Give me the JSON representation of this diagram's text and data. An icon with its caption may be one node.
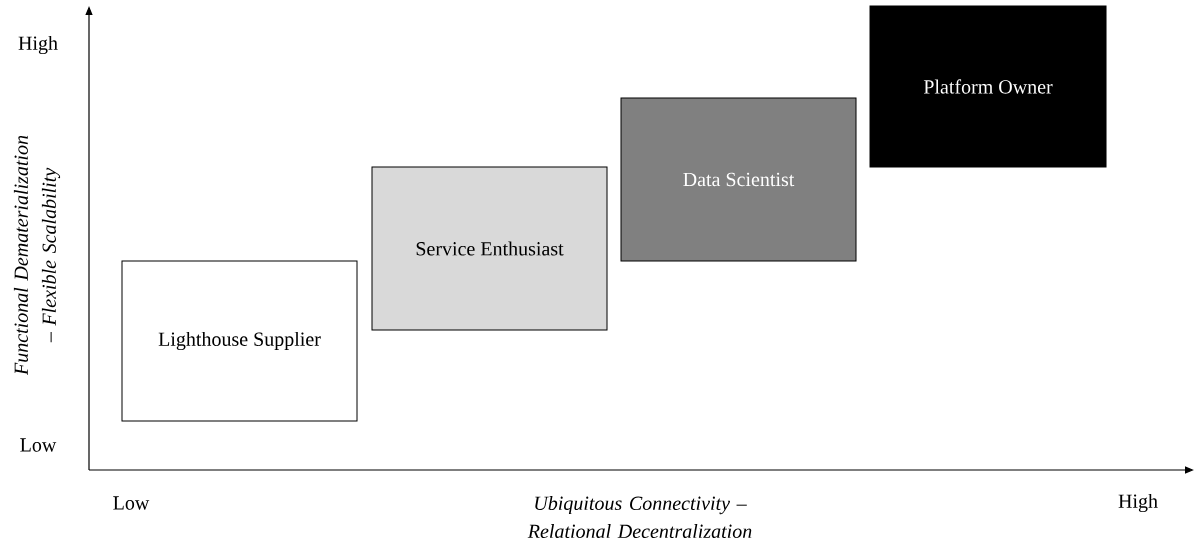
{
  "diagram": {
    "nodes": [
      {
        "text": [
          "Lighthouse Supplier"
        ]
      },
      {
        "text": [
          "Service Enthusiast"
        ]
      },
      {
        "text": [
          "Data Scientist"
        ]
      },
      {
        "text": [
          "Platform Owner"
        ]
      }
    ],
    "labels": [
      "High",
      "Functional Dematerialization – Flexible Scalability",
      "Low",
      "Low",
      "Ubiquitous Connectivity – Relational Decentralization",
      "High"
    ]
  }
}
